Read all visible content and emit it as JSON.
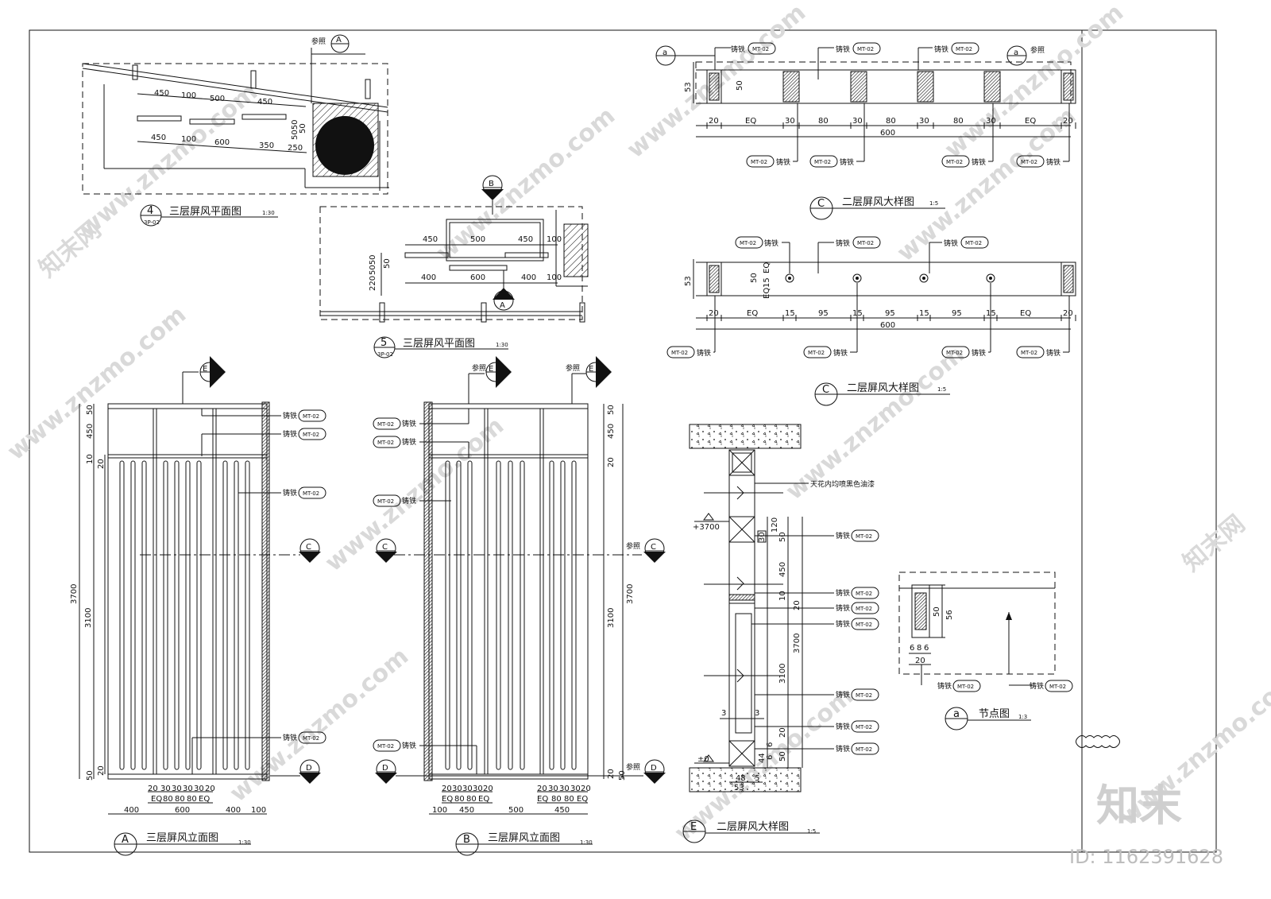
{
  "tags": {
    "material": "MT-02",
    "material_name": "铸铁",
    "ref": "参照",
    "sheet_ref": "3P-02"
  },
  "titles": {
    "d4": {
      "no": "4",
      "title": "三层屏风平面图",
      "scale": "1:30"
    },
    "d5": {
      "no": "5",
      "title": "三层屏风平面图",
      "scale": "1:30"
    },
    "dC1": {
      "no": "C",
      "title": "二层屏风大样图",
      "scale": "1:5"
    },
    "dC2": {
      "no": "C",
      "title": "二层屏风大样图",
      "scale": "1:5"
    },
    "dA": {
      "no": "A",
      "title": "三层屏风立面图",
      "scale": "1:30"
    },
    "dB": {
      "no": "B",
      "title": "三层屏风立面图",
      "scale": "1:30"
    },
    "dE": {
      "no": "E",
      "title": "二层屏风大样图",
      "scale": "1:5"
    },
    "da": {
      "no": "a",
      "title": "节点图",
      "scale": "1:3"
    }
  },
  "section_markers": {
    "A": "A",
    "B": "B",
    "C": "C",
    "D": "D",
    "E": "E",
    "a": "a"
  },
  "plan4_dims": {
    "top": [
      "450",
      "100",
      "500",
      "450"
    ],
    "bottom": [
      "450",
      "100",
      "600",
      "350",
      "250"
    ],
    "side": [
      "5050",
      "50"
    ]
  },
  "plan5_dims": {
    "top": [
      "450",
      "500",
      "450",
      "100"
    ],
    "bottom": [
      "400",
      "600",
      "400",
      "100"
    ],
    "side": [
      "220",
      "5050",
      "50"
    ]
  },
  "detailC1_dims": {
    "row": [
      "20",
      "EQ",
      "30",
      "80",
      "30",
      "80",
      "30",
      "80",
      "30",
      "EQ",
      "20"
    ],
    "total": "600",
    "height": [
      "53",
      "50"
    ]
  },
  "detailC2_dims": {
    "row": [
      "20",
      "EQ",
      "15",
      "95",
      "15",
      "95",
      "15",
      "95",
      "15",
      "EQ",
      "20"
    ],
    "total": "600",
    "height": [
      "53",
      "50"
    ],
    "vertical": [
      "EQ",
      "15",
      "EQ"
    ]
  },
  "elevA_dims": {
    "left_top": [
      "50",
      "450",
      "10",
      "20"
    ],
    "total": "3700",
    "inner": "3100",
    "bottom_left": [
      "50",
      "20"
    ],
    "bottom_row1": [
      "20",
      "30",
      "30",
      "30",
      "30",
      "20"
    ],
    "bottom_row2": [
      "EQ",
      "80",
      "80",
      "80",
      "EQ"
    ],
    "bottom_row3": [
      "400",
      "600",
      "400",
      "100"
    ]
  },
  "elevB_dims": {
    "right_top": [
      "50",
      "450",
      "20"
    ],
    "total": "3700",
    "inner": "3100",
    "bottom_right": [
      "20",
      "50"
    ],
    "left_row1": [
      "20",
      "30",
      "30",
      "30",
      "20"
    ],
    "left_row2": [
      "EQ",
      "80",
      "80",
      "EQ"
    ],
    "right_row1": [
      "20",
      "30",
      "30",
      "30",
      "20"
    ],
    "right_row2": [
      "EQ",
      "80",
      "80",
      "EQ"
    ],
    "bottom_row3": [
      "100",
      "450",
      "500",
      "450"
    ]
  },
  "detailE": {
    "note": "天花内均喷黑色油漆",
    "level_top": "+3700",
    "level_bottom": "±0",
    "dims_top": [
      "30",
      "120",
      "50"
    ],
    "dims_mid": [
      "450",
      "10",
      "20"
    ],
    "total": "3700",
    "inner": "3100",
    "small": [
      "3",
      "3"
    ],
    "dims_bottom": [
      "20",
      "6",
      "50",
      "6",
      "44"
    ],
    "base": [
      "48",
      "53",
      "5"
    ]
  },
  "node_a": {
    "dims": [
      "50",
      "56",
      "6",
      "8",
      "6",
      "20"
    ]
  },
  "watermarks": {
    "site": "www.znzmo.com",
    "brand": "知末网",
    "logo": "知末",
    "id": "ID: 1162391628"
  }
}
